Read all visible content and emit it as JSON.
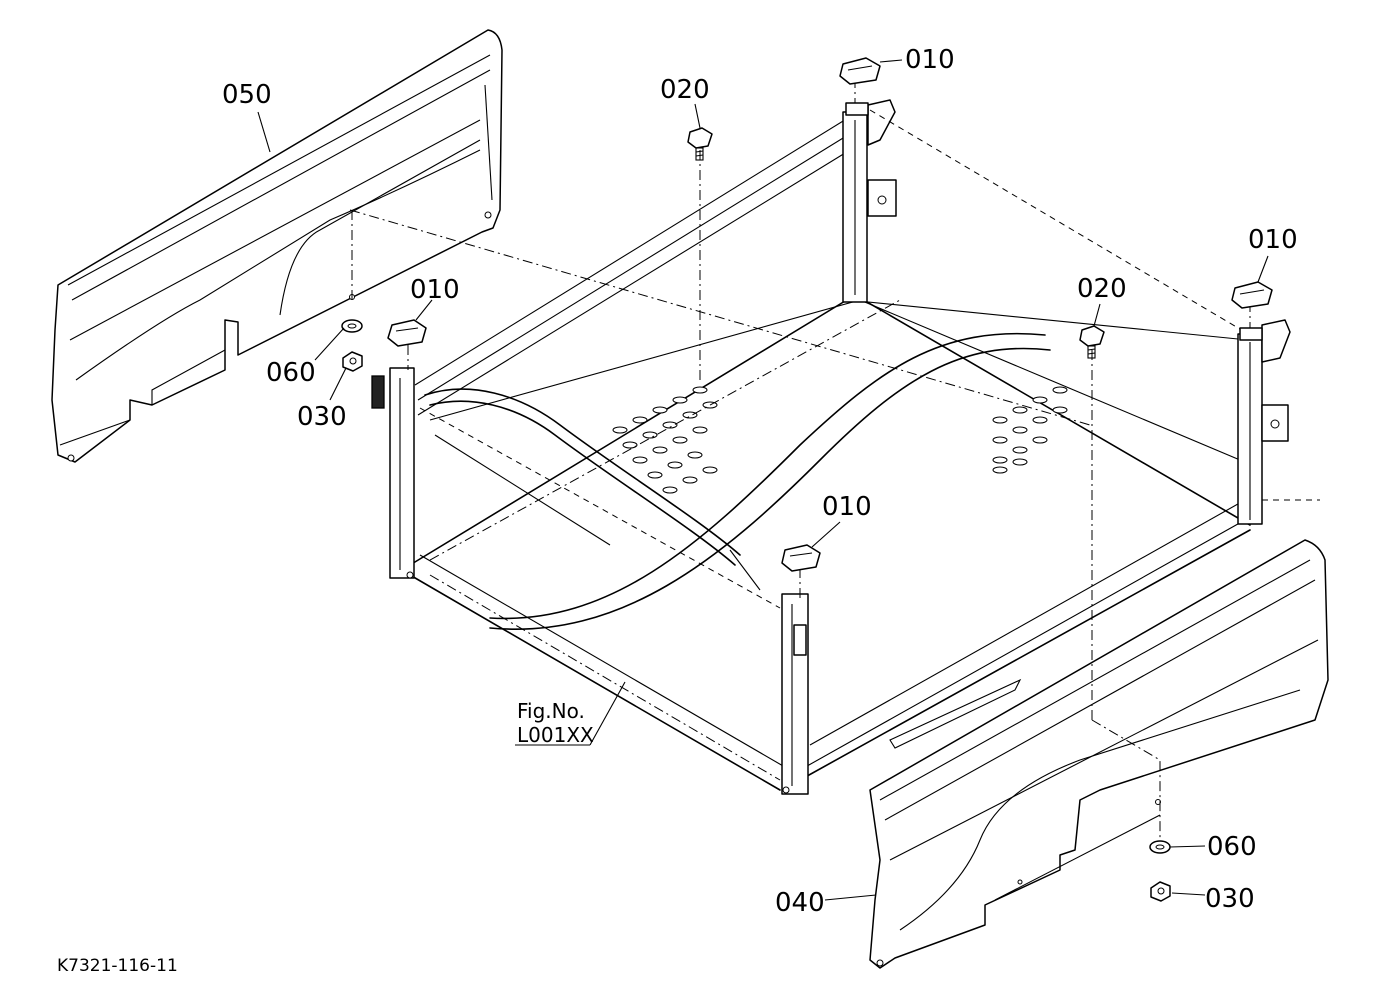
{
  "callouts": {
    "part_050": "050",
    "part_010_a": "010",
    "part_020_a": "020",
    "part_010_b": "010",
    "part_020_b": "020",
    "part_010_c": "010",
    "part_010_d": "010",
    "part_060_a": "060",
    "part_030_a": "030",
    "part_060_b": "060",
    "part_030_b": "030",
    "part_040": "040"
  },
  "figure_ref": {
    "line1": "Fig.No.",
    "line2": "L001XX"
  },
  "drawing_code": "K7321-116-11"
}
